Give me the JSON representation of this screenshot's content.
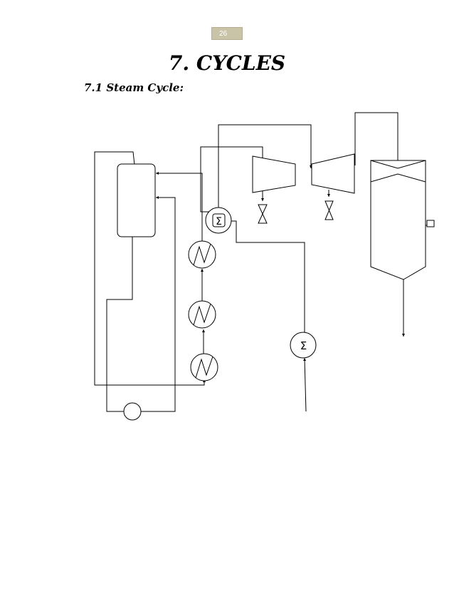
{
  "page": {
    "number": "26"
  },
  "chapter": {
    "title": "7. CYCLES"
  },
  "section": {
    "title": "7.1  Steam Cycle:"
  },
  "diagram": {
    "symbols": {
      "sum": "Σ"
    },
    "icons": [
      "drum-vessel",
      "compressor",
      "turbine",
      "separator-vessel",
      "heat-exchanger",
      "valve",
      "pump"
    ]
  }
}
